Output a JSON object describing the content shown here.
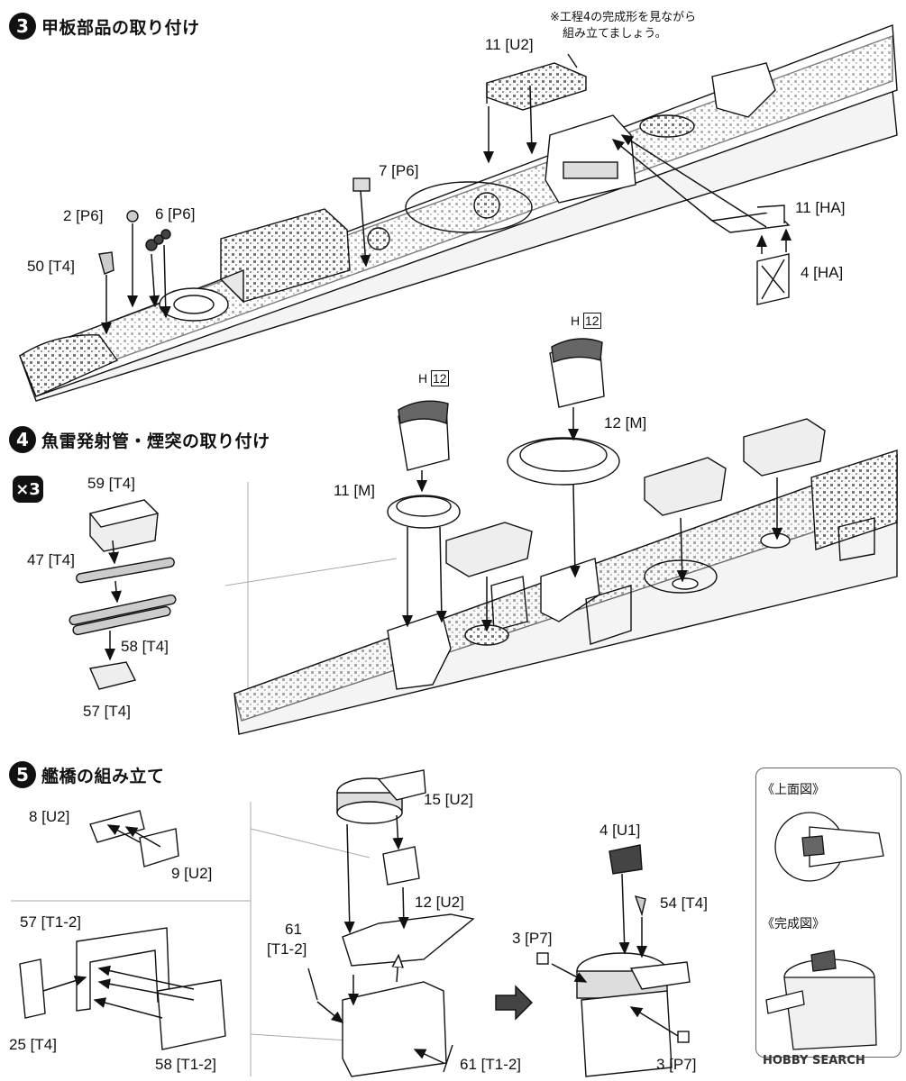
{
  "step3": {
    "number": "3",
    "title": "甲板部品の取り付け",
    "note_line1": "※工程4の完成形を見ながら",
    "note_line2": "組み立てましょう。",
    "labels": {
      "u2_11": "11 [U2]",
      "p6_7": "7 [P6]",
      "p6_2": "2 [P6]",
      "p6_6": "6 [P6]",
      "t4_50": "50 [T4]",
      "ha_11": "11 [HA]",
      "ha_4": "4 [HA]"
    }
  },
  "step4": {
    "number": "4",
    "title": "魚雷発射管・煙突の取り付け",
    "multiplier": "×3",
    "labels": {
      "t4_59": "59 [T4]",
      "t4_47": "47 [T4]",
      "t4_58": "58 [T4]",
      "t4_57": "57 [T4]",
      "m_11": "11 [M]",
      "m_12": "12 [M]",
      "h12_a_prefix": "H",
      "h12_a_num": "12",
      "h12_b_prefix": "H",
      "h12_b_num": "12"
    }
  },
  "step5": {
    "number": "5",
    "title": "艦橋の組み立て",
    "labels": {
      "u2_8": "8 [U2]",
      "u2_9": "9 [U2]",
      "t12_57": "57 [T1-2]",
      "t4_25": "25 [T4]",
      "t12_58": "58 [T1-2]",
      "u2_15": "15 [U2]",
      "u2_12": "12 [U2]",
      "t12_61a_num": "61",
      "t12_61a_part": "[T1-2]",
      "t12_61b": "61 [T1-2]",
      "u1_4": "4 [U1]",
      "t4_54": "54 [T4]",
      "p7_3a": "3 [P7]",
      "p7_3b": "3 [P7]"
    },
    "inset": {
      "top_view": "《上面図》",
      "finished_view": "《完成図》"
    }
  },
  "watermark": "HOBBY SEARCH"
}
